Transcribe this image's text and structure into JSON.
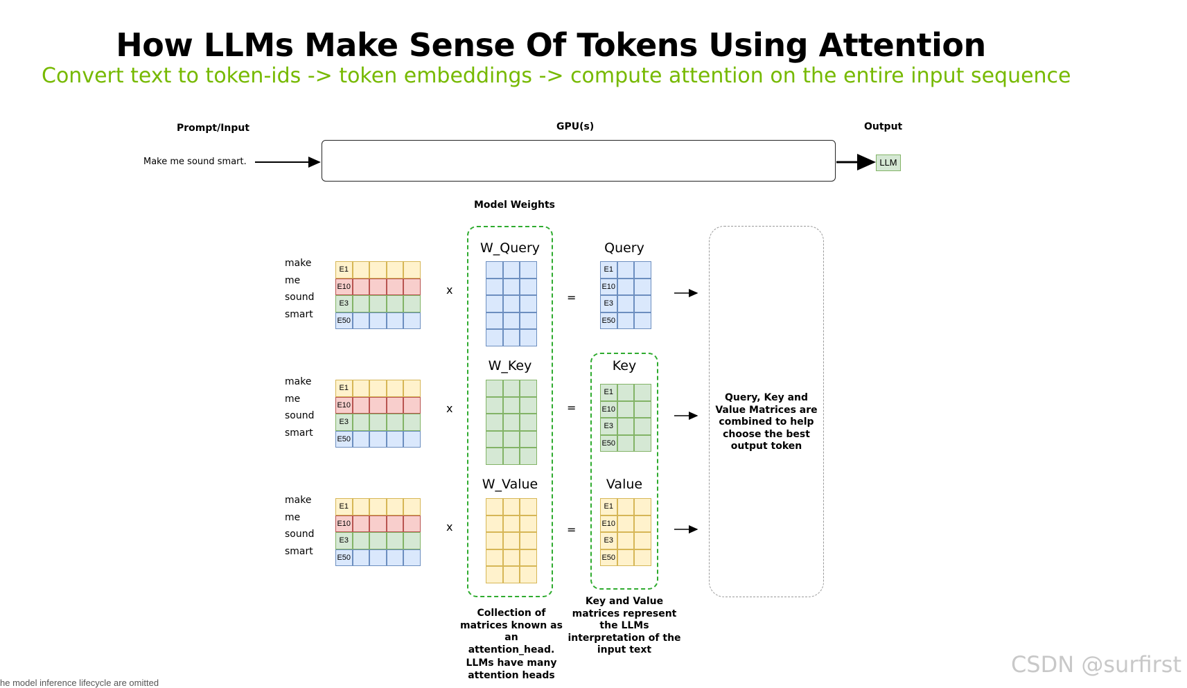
{
  "title": "How LLMs Make Sense Of Tokens Using Attention",
  "subtitle": "Convert text to token-ids -> token embeddings -> compute attention on the entire input sequence",
  "pipeline": {
    "prompt_header": "Prompt/Input",
    "gpu_header": "GPU(s)",
    "output_header": "Output",
    "prompt_text": "Make me sound smart.",
    "output_label": "LLM"
  },
  "model_weights_label": "Model Weights",
  "tokens": [
    "make",
    "me",
    "sound",
    "smart"
  ],
  "embedding_ids": [
    "E1",
    "E10",
    "E3",
    "E50"
  ],
  "row_colors": {
    "yellow": {
      "fill": "#fff2cc",
      "border": "#d6b656"
    },
    "red": {
      "fill": "#f8cecc",
      "border": "#b85450"
    },
    "green": {
      "fill": "#d5e8d4",
      "border": "#82b366"
    },
    "blue": {
      "fill": "#dae8fc",
      "border": "#6c8ebf"
    }
  },
  "operators": {
    "multiply": "x",
    "equals": "="
  },
  "weights": {
    "query": "W_Query",
    "key": "W_Key",
    "value": "W_Value"
  },
  "outputs": {
    "query": "Query",
    "key": "Key",
    "value": "Value"
  },
  "combine_text": "Query, Key and Value Matrices are combined to help choose the best output token",
  "notes": {
    "attention_head": "Collection of matrices known as an attention_head.",
    "many_heads": "LLMs have many attention heads",
    "kv": "Key and Value matrices represent the LLMs interpretation of the input text"
  },
  "footer": "he model inference lifecycle are omitted",
  "watermark": "CSDN @surfirst"
}
